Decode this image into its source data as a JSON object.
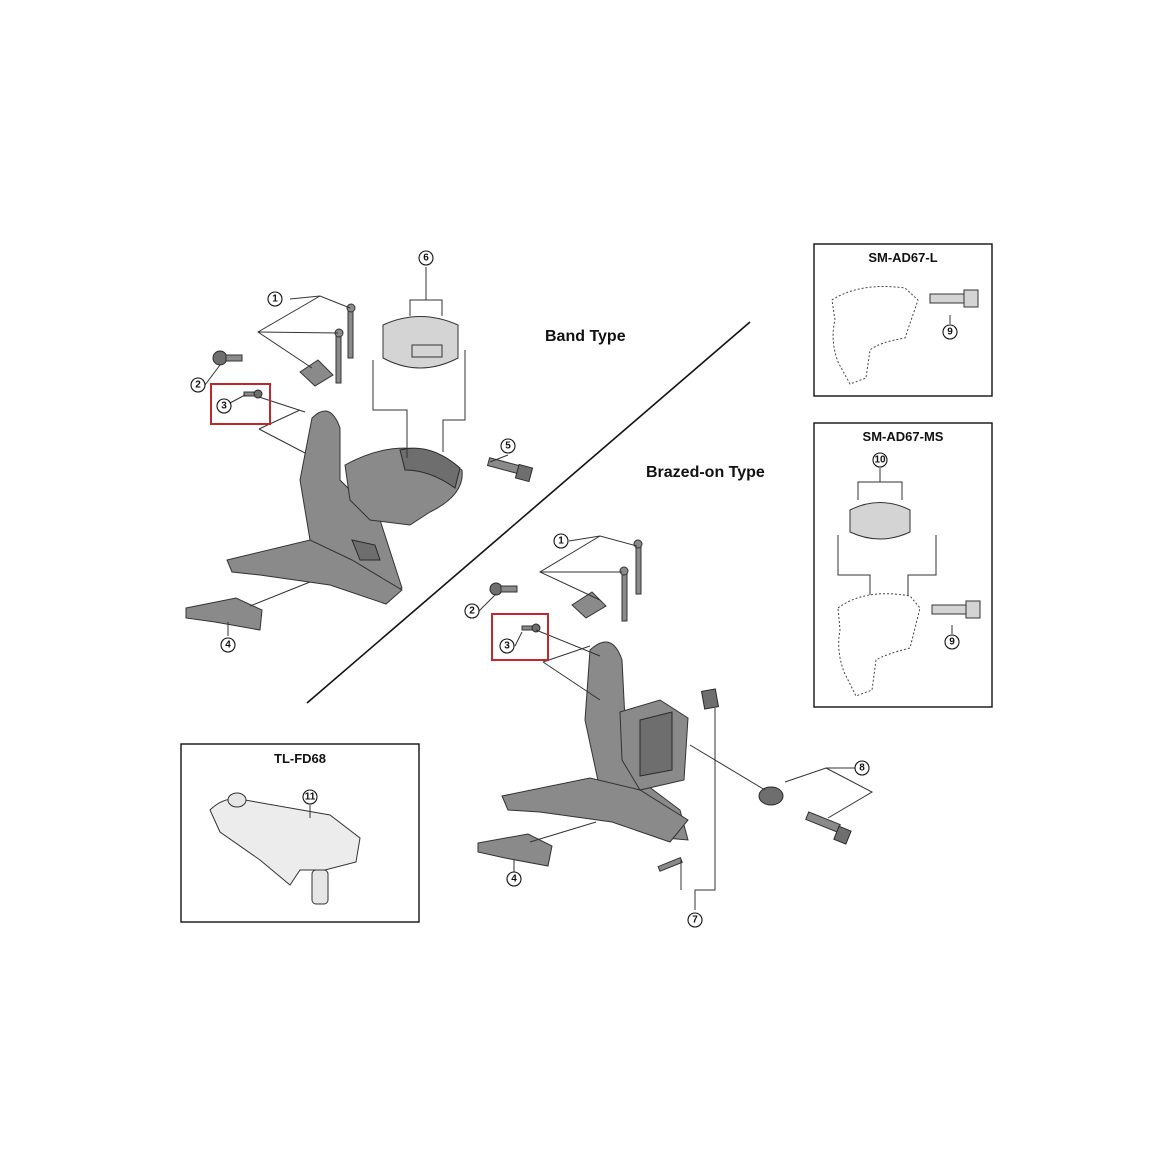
{
  "sections": {
    "band_type": "Band Type",
    "brazed_on_type": "Brazed-on Type"
  },
  "boxes": {
    "sm_ad67_l": "SM-AD67-L",
    "sm_ad67_ms": "SM-AD67-MS",
    "tl_fd68": "TL-FD68"
  },
  "callouts": {
    "band": {
      "c1": "1",
      "c2": "2",
      "c3": "3",
      "c4": "4",
      "c5": "5",
      "c6": "6"
    },
    "brazed": {
      "c1": "1",
      "c2": "2",
      "c3": "3",
      "c4": "4",
      "c7": "7",
      "c8": "8"
    },
    "ad67l": {
      "c9": "9"
    },
    "ad67ms": {
      "c9": "9",
      "c10": "10"
    },
    "tlfd68": {
      "c11": "11"
    }
  },
  "colors": {
    "highlight": "#c1272d",
    "part": "#8a8a8a"
  }
}
